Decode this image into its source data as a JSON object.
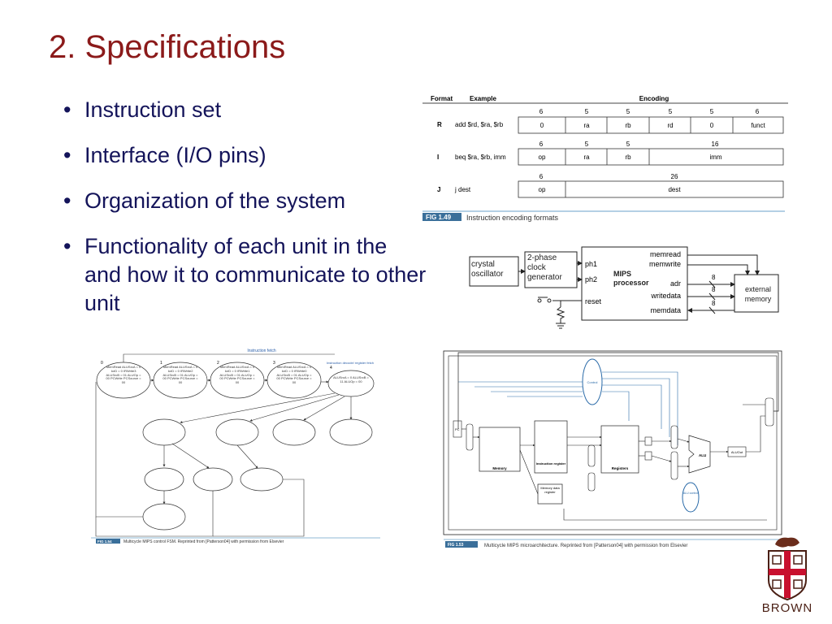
{
  "slide": {
    "title": "2. Specifications",
    "bullets": [
      "Instruction set",
      "Interface (I/O pins)",
      "Organization of the system",
      "Functionality of each unit in the  and how it to communicate to other unit"
    ]
  },
  "encoding_table": {
    "headers": {
      "format": "Format",
      "example": "Example",
      "encoding": "Encoding"
    },
    "rows": [
      {
        "format": "R",
        "example": "add $rd, $ra, $rb",
        "widths": [
          "6",
          "5",
          "5",
          "5",
          "5",
          "6"
        ],
        "fields": [
          "0",
          "ra",
          "rb",
          "rd",
          "0",
          "funct"
        ]
      },
      {
        "format": "I",
        "example": "beq $ra, $rb, imm",
        "widths": [
          "6",
          "5",
          "5",
          "16"
        ],
        "fields": [
          "op",
          "ra",
          "rb",
          "imm"
        ]
      },
      {
        "format": "J",
        "example": "j dest",
        "widths": [
          "6",
          "26"
        ],
        "fields": [
          "op",
          "dest"
        ]
      }
    ],
    "fig_label": "FIG 1.49",
    "caption": "Instruction encoding formats"
  },
  "interface_diagram": {
    "crystal": "crystal oscillator",
    "clock_gen": "2-phase clock generator",
    "ph1": "ph1",
    "ph2": "ph2",
    "reset": "reset",
    "processor": "MIPS processor",
    "signals": [
      "memread",
      "memwrite",
      "adr",
      "writedata",
      "memdata"
    ],
    "bus_width": "8",
    "memory": "external memory"
  },
  "fsm": {
    "top_label": "Instruction fetch",
    "decode_label": "Instruction decode/ register fetch",
    "states": [
      {
        "num": "0",
        "text": "MemRead ALUSrcA = 0 IorD = 0 IRWrite3 ALUSrcB = 01 ALUOp = 00 PCWrite PCSource = 00"
      },
      {
        "num": "1",
        "text": "MemRead ALUSrcA = 0 IorD = 0 IRWrite2 ALUSrcB = 01 ALUOp = 00 PCWrite PCSource = 00"
      },
      {
        "num": "2",
        "text": "MemRead ALUSrcA = 0 IorD = 0 IRWrite1 ALUSrcB = 01 ALUOp = 00 PCWrite PCSource = 00"
      },
      {
        "num": "3",
        "text": "MemRead ALUSrcA = 0 IorD = 0 IRWrite0 ALUSrcB = 01 ALUOp = 00 PCWrite PCSource = 00"
      },
      {
        "num": "4",
        "text": "ALUSrcA = 0 ALUSrcB = 11 ALUOp = 00"
      }
    ],
    "fig_label": "FIG 1.54",
    "caption": "Multicycle MIPS control FSM. Reprinted from [Patterson04] with permission from Elsevier"
  },
  "microarch": {
    "fig_label": "FIG 1.53",
    "caption": "Multicycle MIPS microarchitecture. Reprinted from [Patterson04] with permission from Elsevier",
    "blocks": [
      "Memory",
      "Instruction register",
      "Memory data register",
      "Registers",
      "ALU",
      "ALUOut",
      "ALU control",
      "Control"
    ]
  },
  "logo": {
    "text": "BROWN"
  }
}
